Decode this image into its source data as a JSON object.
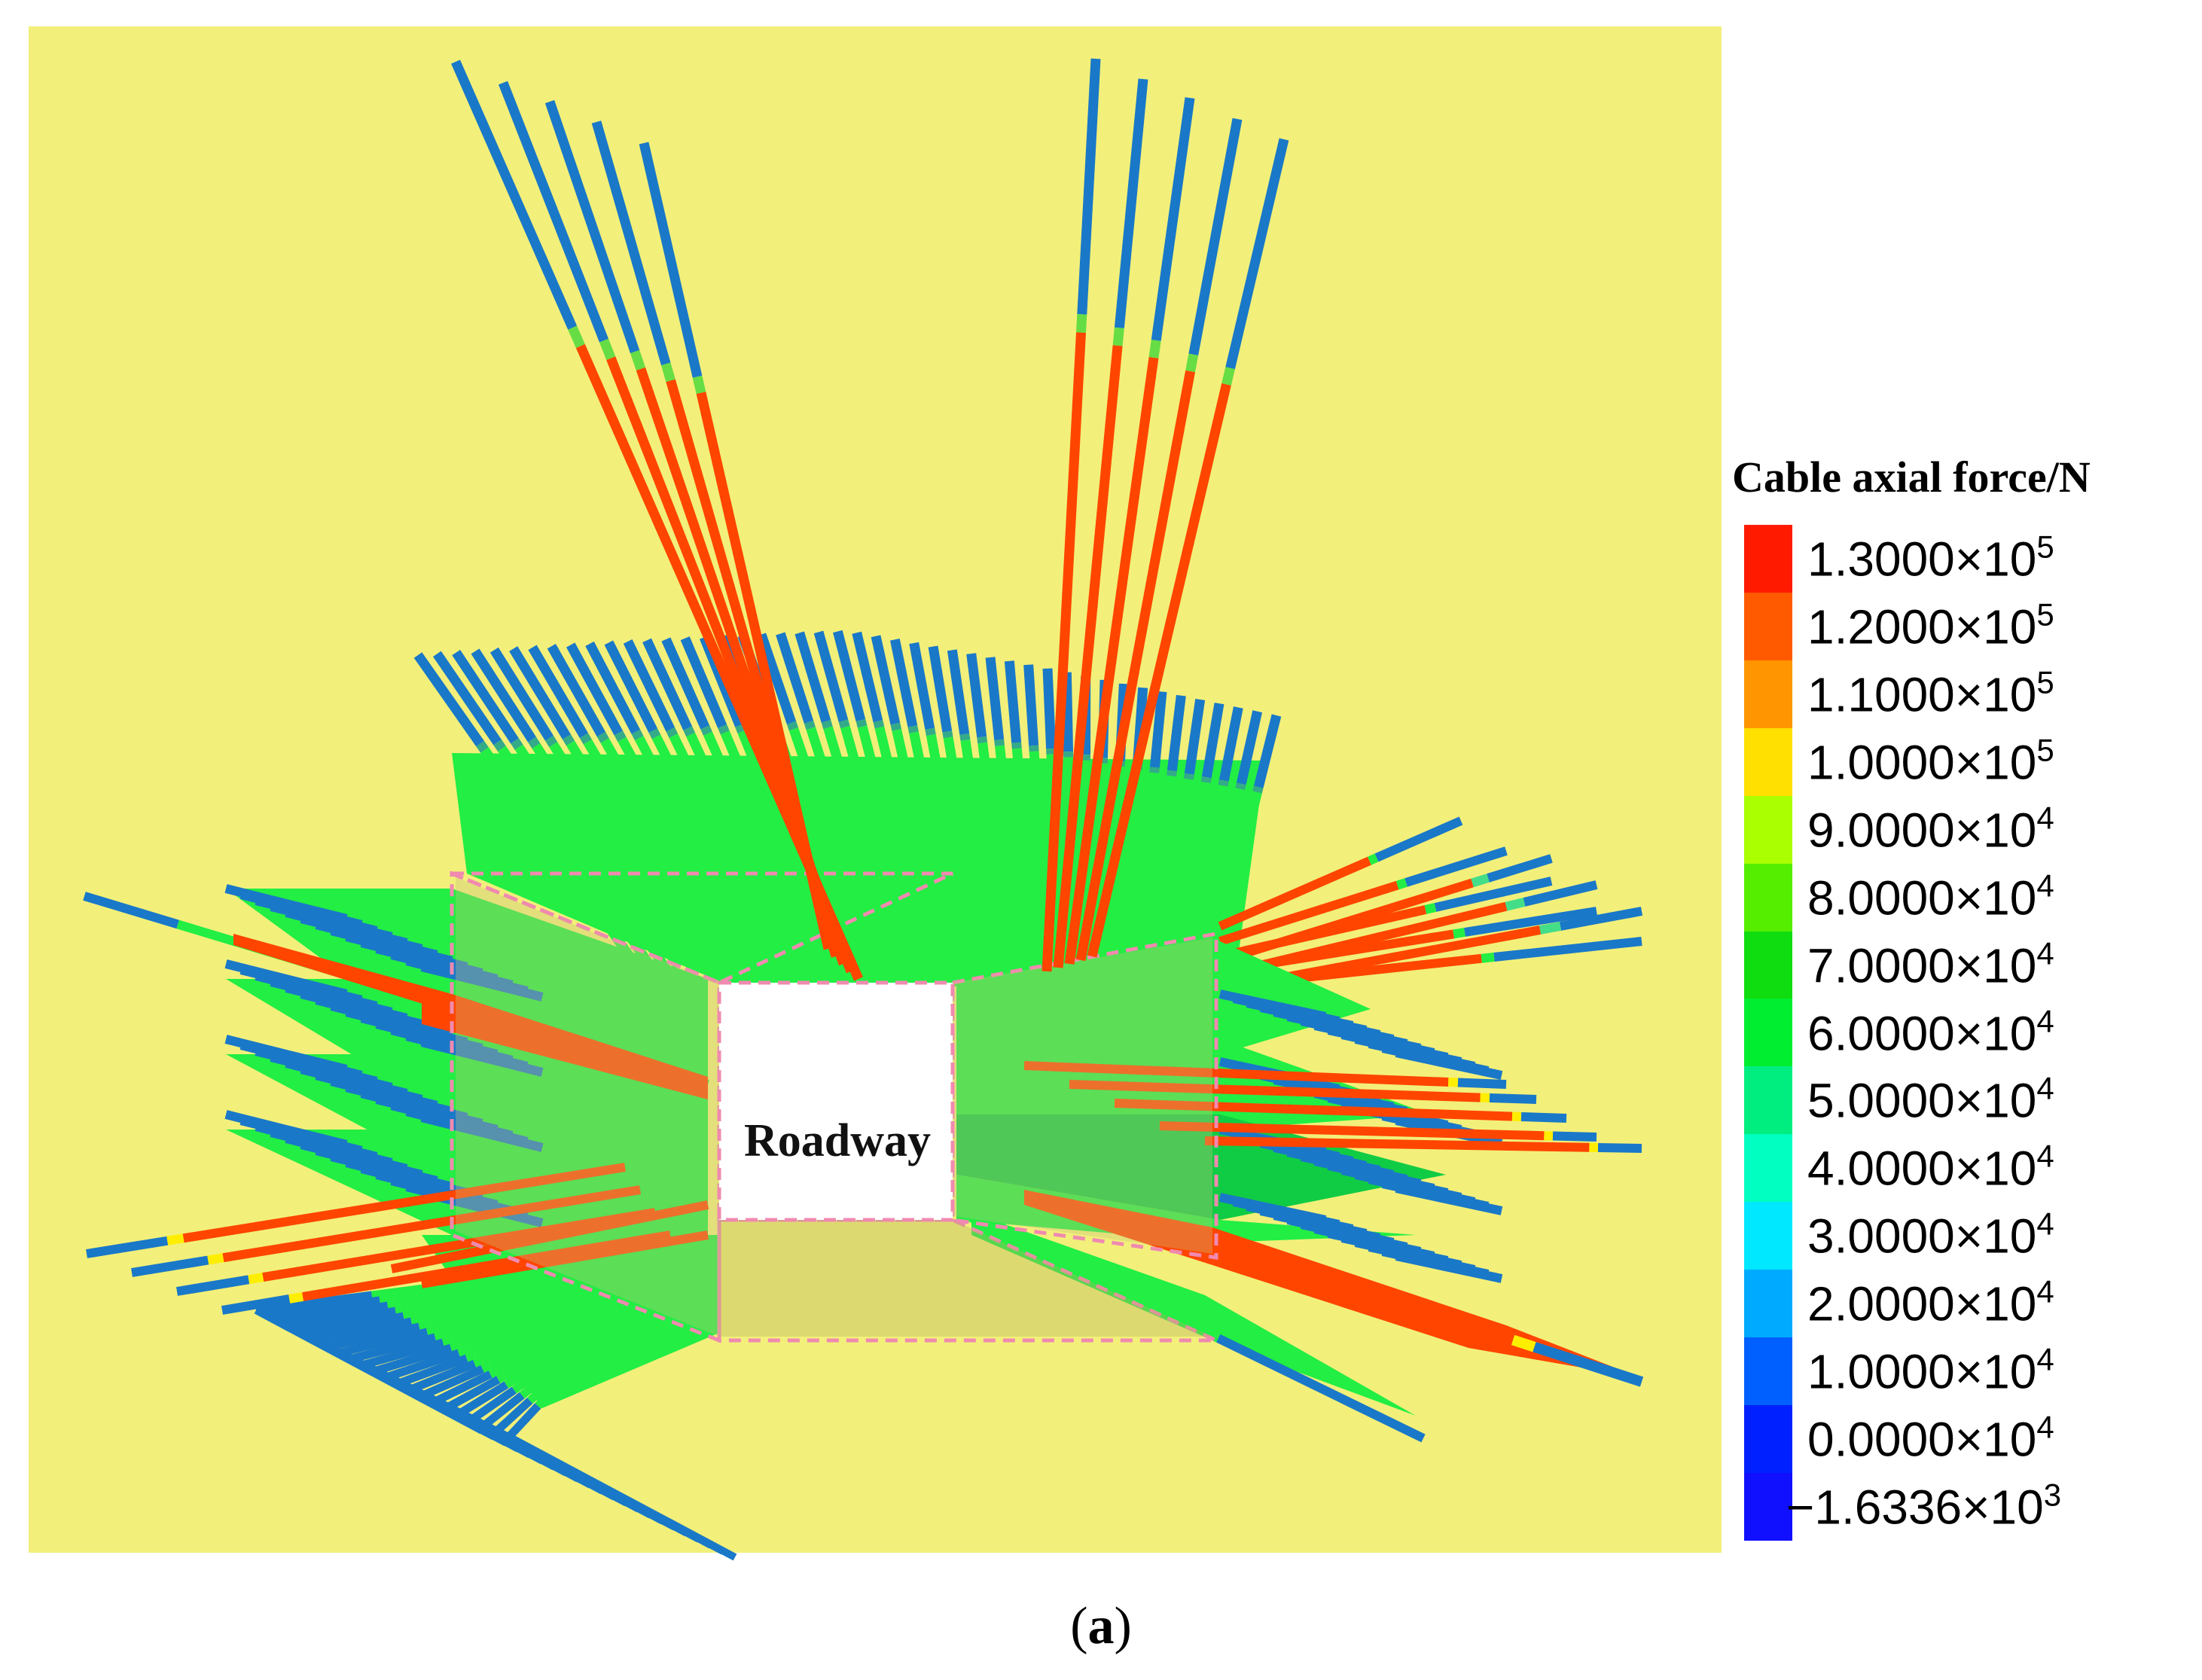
{
  "legend": {
    "title": "Cable axial force/N",
    "entries": [
      {
        "mantissa": "1.3000",
        "exp": "5",
        "color": "#ff1a00"
      },
      {
        "mantissa": "1.2000",
        "exp": "5",
        "color": "#ff5a00"
      },
      {
        "mantissa": "1.1000",
        "exp": "5",
        "color": "#ff9500"
      },
      {
        "mantissa": "1.0000",
        "exp": "5",
        "color": "#ffe000"
      },
      {
        "mantissa": "9.0000",
        "exp": "4",
        "color": "#aaff00"
      },
      {
        "mantissa": "8.0000",
        "exp": "4",
        "color": "#55ee00"
      },
      {
        "mantissa": "7.0000",
        "exp": "4",
        "color": "#10dd10"
      },
      {
        "mantissa": "6.0000",
        "exp": "4",
        "color": "#00ee30"
      },
      {
        "mantissa": "5.0000",
        "exp": "4",
        "color": "#00ee80"
      },
      {
        "mantissa": "4.0000",
        "exp": "4",
        "color": "#00ffc0"
      },
      {
        "mantissa": "3.0000",
        "exp": "4",
        "color": "#00e8ff"
      },
      {
        "mantissa": "2.0000",
        "exp": "4",
        "color": "#00aaff"
      },
      {
        "mantissa": "1.0000",
        "exp": "4",
        "color": "#0060ff"
      },
      {
        "mantissa": "0.0000",
        "exp": "4",
        "color": "#0020ff"
      },
      {
        "mantissa": "−1.6336",
        "exp": "3",
        "color": "#1010ff"
      }
    ]
  },
  "roadway_label": "Roadway",
  "caption": {
    "open": "(",
    "letter": "a",
    "close": ")"
  },
  "colors": {
    "background": "#f2f07a",
    "roadway": "#ffffff",
    "frame": "#f08ab0",
    "cable_blue": "#1a78c8",
    "cable_red": "#ff4500",
    "cable_green": "#22ee44"
  }
}
